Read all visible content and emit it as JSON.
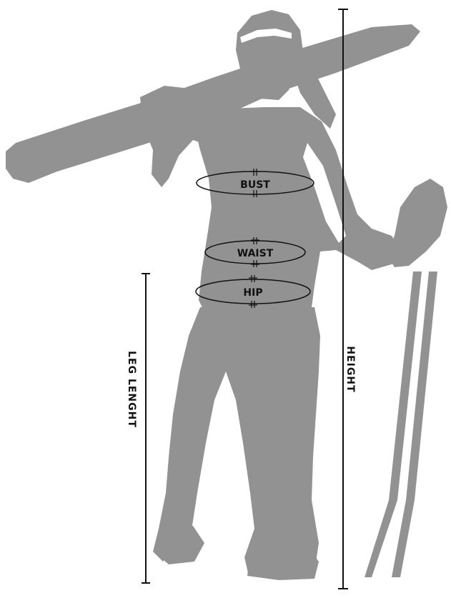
{
  "colors": {
    "silhouette": "#929292",
    "line": "#111111",
    "background": "#ffffff"
  },
  "measurements": {
    "bust": "BUST",
    "waist": "WAIST",
    "hip": "HIP"
  },
  "axes": {
    "height": "HEIGHT",
    "leg_length": "LEG LENGHT"
  }
}
